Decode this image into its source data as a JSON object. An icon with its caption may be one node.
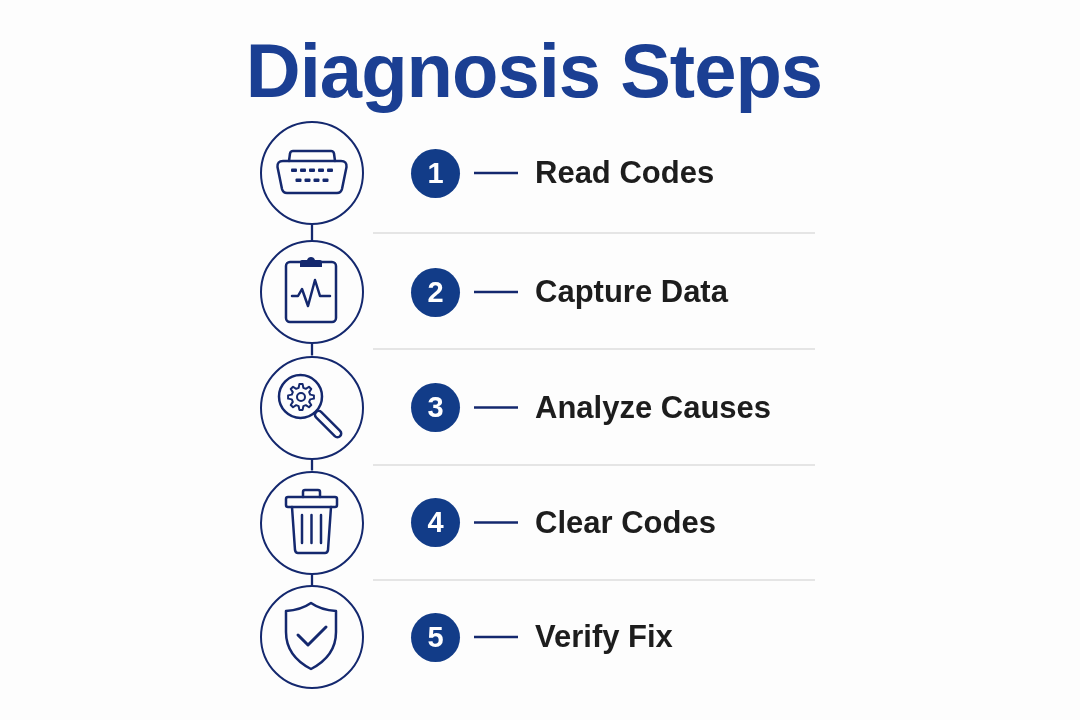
{
  "diagram": {
    "title": "Diagnosis Steps",
    "nodes": [
      {
        "text": [],
        "shape": "circle"
      },
      {
        "text": [
          "1"
        ]
      },
      {
        "text": [
          "Read Codes"
        ]
      },
      {
        "text": [],
        "shape": "circle"
      },
      {
        "text": [
          "2"
        ]
      },
      {
        "text": [
          "Capture Data"
        ]
      },
      {
        "text": [],
        "shape": "circle"
      },
      {
        "text": [
          "3"
        ]
      },
      {
        "text": [
          "Analyze Causes"
        ]
      },
      {
        "text": [],
        "shape": "circle"
      },
      {
        "text": [
          "4"
        ]
      },
      {
        "text": [
          "Clear Codes"
        ]
      },
      {
        "text": [],
        "shape": "circle"
      },
      {
        "text": [
          "5"
        ]
      },
      {
        "text": [
          "Verify Fix"
        ]
      }
    ],
    "edges": [
      {
        "from": 0,
        "to": 3,
        "arrow": "none"
      },
      {
        "from": 3,
        "to": 6,
        "arrow": "none"
      },
      {
        "from": 6,
        "to": 9,
        "arrow": "none"
      },
      {
        "from": 9,
        "to": 12,
        "arrow": "none"
      },
      {
        "from": 1,
        "to": 2,
        "arrow": "none"
      },
      {
        "from": 4,
        "to": 5,
        "arrow": "none"
      },
      {
        "from": 7,
        "to": 8,
        "arrow": "none"
      },
      {
        "from": 10,
        "to": 11,
        "arrow": "none"
      },
      {
        "from": 13,
        "to": 14,
        "arrow": "none"
      }
    ]
  }
}
